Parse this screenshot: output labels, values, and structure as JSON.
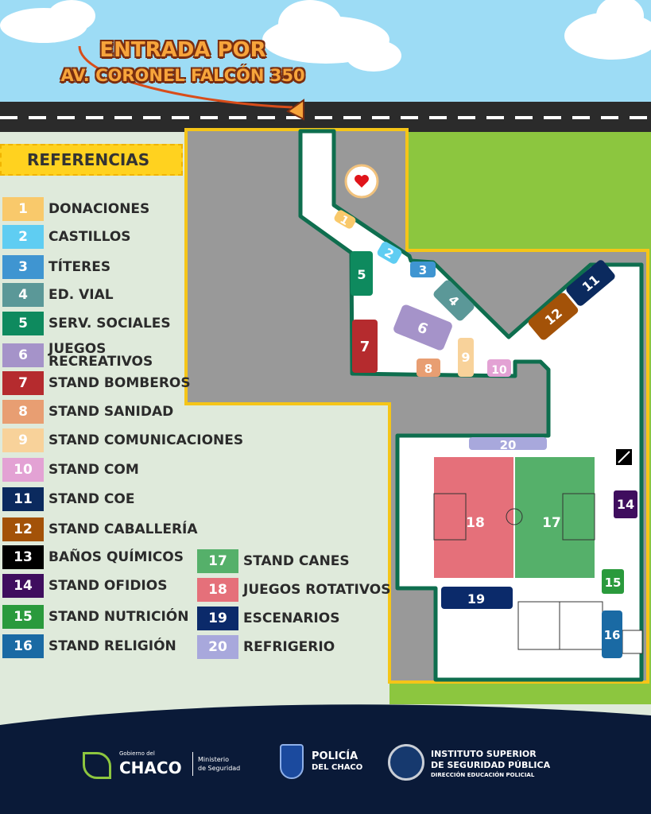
{
  "entrance": {
    "line1": "ENTRADA POR",
    "line2": "AV. CORONEL FALCÓN 350"
  },
  "legend": {
    "title": "REFERENCIAS",
    "items": [
      {
        "num": "1",
        "label": "DONACIONES",
        "color": "#f9c96b"
      },
      {
        "num": "2",
        "label": "CASTILLOS",
        "color": "#5fcdf2"
      },
      {
        "num": "3",
        "label": "TÍTERES",
        "color": "#3f95d1"
      },
      {
        "num": "4",
        "label": "ED. VIAL",
        "color": "#5b9898"
      },
      {
        "num": "5",
        "label": "SERV. SOCIALES",
        "color": "#0e8a5e"
      },
      {
        "num": "6",
        "label": "JUEGOS RECREATIVOS",
        "color": "#a593c9"
      },
      {
        "num": "7",
        "label": "STAND BOMBEROS",
        "color": "#b52b2e"
      },
      {
        "num": "8",
        "label": "STAND SANIDAD",
        "color": "#e89e72"
      },
      {
        "num": "9",
        "label": "STAND COMUNICACIONES",
        "color": "#f8d29a"
      },
      {
        "num": "10",
        "label": "STAND COM",
        "color": "#e3a2d4"
      },
      {
        "num": "11",
        "label": "STAND COE",
        "color": "#0b2a5e"
      },
      {
        "num": "12",
        "label": "STAND CABALLERÍA",
        "color": "#a35208"
      },
      {
        "num": "13",
        "label": "BAÑOS QUÍMICOS",
        "color": "#000000"
      },
      {
        "num": "14",
        "label": "STAND OFIDIOS",
        "color": "#3f0e5e"
      },
      {
        "num": "15",
        "label": "STAND NUTRICIÓN",
        "color": "#2a9a3c"
      },
      {
        "num": "16",
        "label": "STAND RELIGIÓN",
        "color": "#1a6aa4"
      },
      {
        "num": "17",
        "label": "STAND CANES",
        "color": "#55b06a"
      },
      {
        "num": "18",
        "label": "JUEGOS ROTATIVOS",
        "color": "#e5707a"
      },
      {
        "num": "19",
        "label": "ESCENARIOS",
        "color": "#0b2a6a"
      },
      {
        "num": "20",
        "label": "REFRIGERIO",
        "color": "#a8a8dc"
      }
    ]
  },
  "footer": {
    "gob_small": "Gobierno del",
    "gob_big": "CHACO",
    "ministerio": "Ministerio",
    "seguridad": "de Seguridad",
    "policia1": "POLICÍA",
    "policia2": "DEL CHACO",
    "inst1": "INSTITUTO SUPERIOR",
    "inst2": "DE SEGURIDAD PÚBLICA",
    "inst3": "DIRECCIÓN EDUCACIÓN POLICIAL"
  }
}
